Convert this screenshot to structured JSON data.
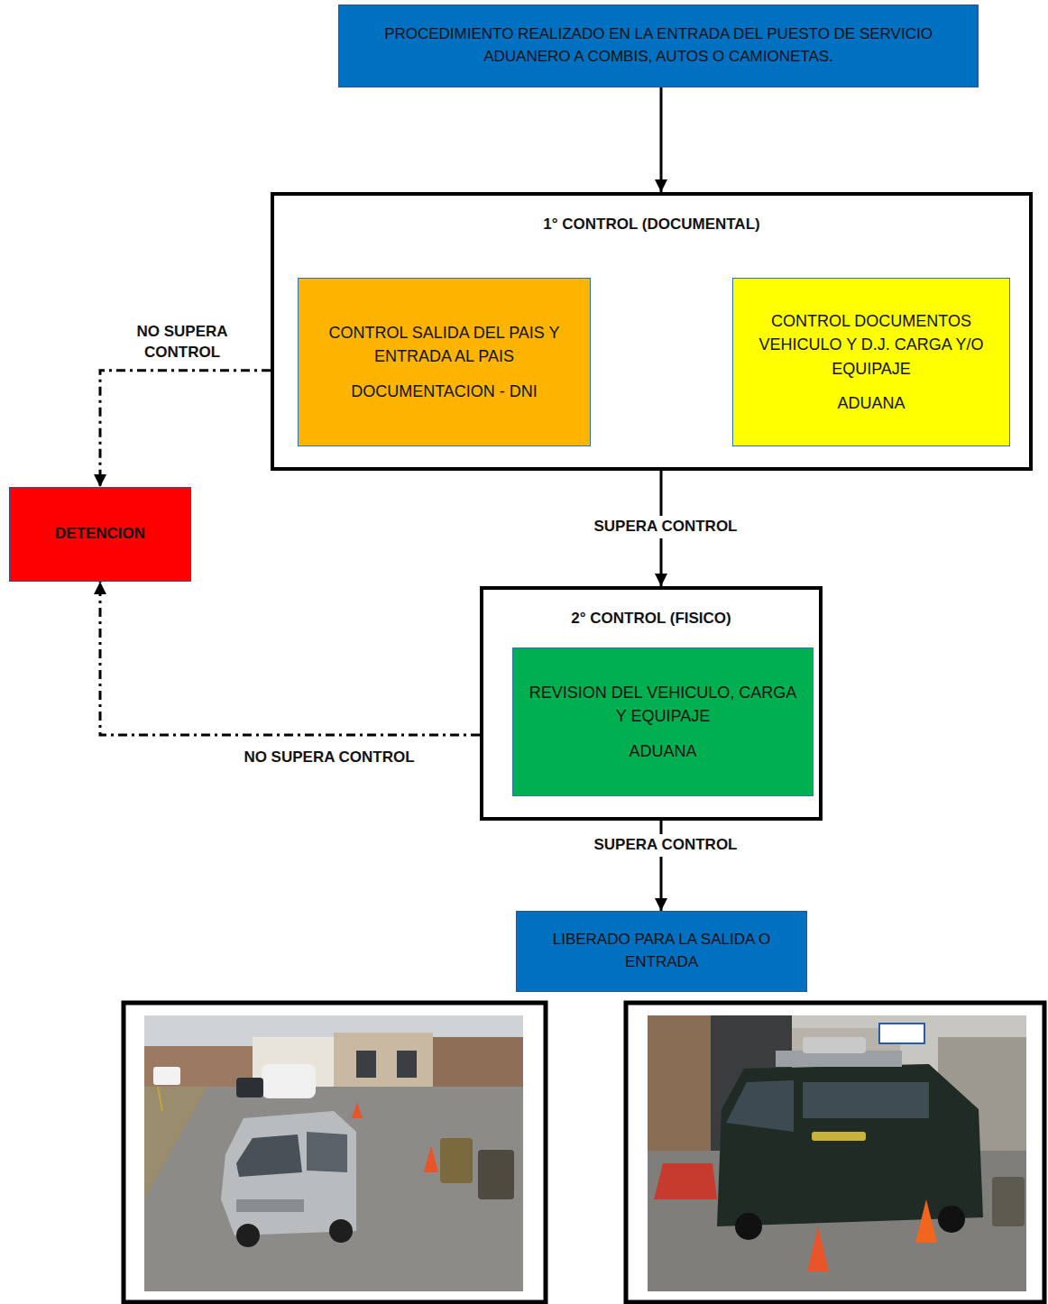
{
  "diagram": {
    "nodes": [
      {
        "text": [
          "PROCEDIMIENTO REALIZADO EN LA ENTRADA DEL PUESTO DE SERVICIO ADUANERO A COMBIS, AUTOS O CAMIONETAS."
        ]
      },
      {
        "text": [
          "1° CONTROL (DOCUMENTAL)"
        ]
      },
      {
        "text": [
          "CONTROL SALIDA DEL PAIS Y ENTRADA AL PAIS",
          "DOCUMENTACION - DNI"
        ],
        "in": 1
      },
      {
        "text": [
          "CONTROL DOCUMENTOS VEHICULO Y D.J. CARGA Y/O EQUIPAJE",
          "ADUANA"
        ],
        "in": 1
      },
      {
        "text": [
          "DETENCION"
        ]
      },
      {
        "text": [
          "2° CONTROL (FISICO)"
        ]
      },
      {
        "text": [
          "REVISION DEL VEHICULO, CARGA Y EQUIPAJE",
          "ADUANA"
        ],
        "in": 5
      },
      {
        "text": [
          "LIBERADO PARA LA SALIDA O ENTRADA"
        ]
      }
    ],
    "edges": [
      {
        "from": 0,
        "to": 1,
        "arrow": "to"
      },
      {
        "from": 1,
        "to": 4,
        "label": "NO SUPERA CONTROL",
        "arrow": "to"
      },
      {
        "from": 1,
        "to": 5,
        "label": "SUPERA CONTROL",
        "arrow": "to"
      },
      {
        "from": 5,
        "to": 4,
        "label": "NO SUPERA CONTROL",
        "arrow": "to"
      },
      {
        "from": 5,
        "to": 7,
        "label": "SUPERA CONTROL",
        "arrow": "to"
      }
    ]
  }
}
